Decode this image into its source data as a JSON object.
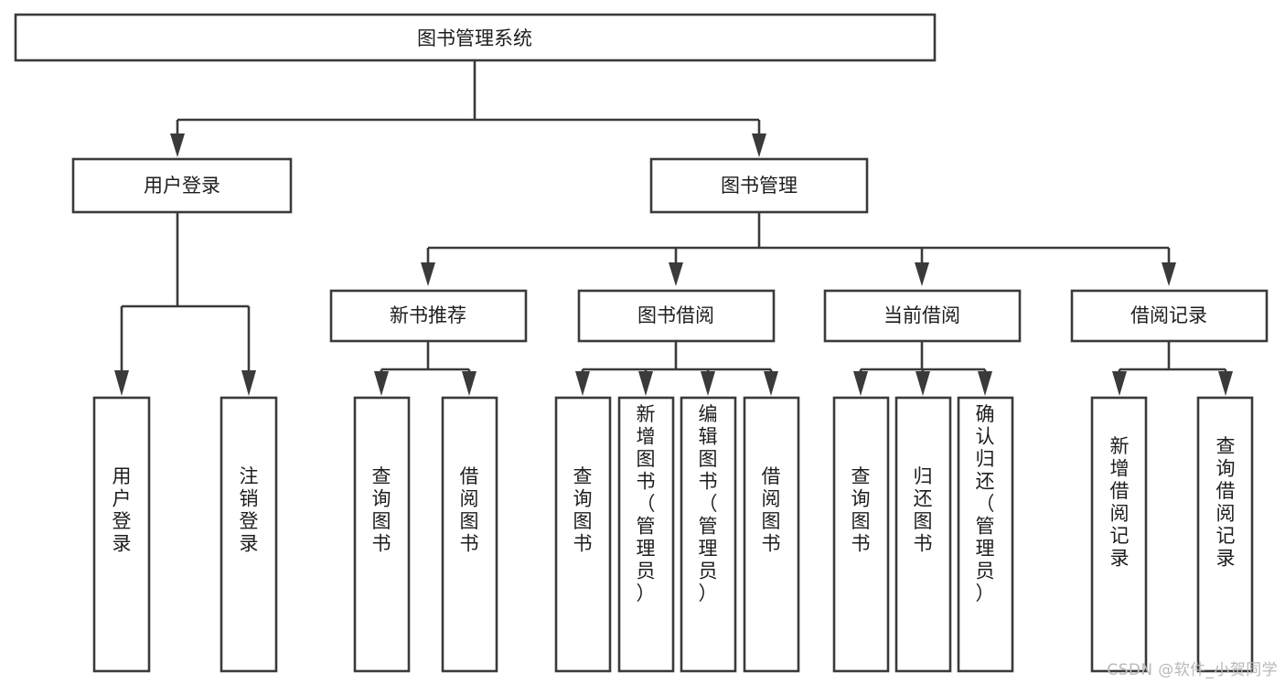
{
  "page": {
    "title": "图书管理系统 功能结构图",
    "background_color": "#ffffff",
    "box_stroke_color": "#3a3a3a",
    "box_fill_color": "#ffffff",
    "text_color": "#1d1d1d",
    "watermark_color": "#b9b9b9"
  },
  "watermark": {
    "text": "CSDN @软件_小贺同学"
  },
  "chart_data": {
    "type": "diagram",
    "subtype": "tree-hierarchy",
    "title": "图书管理系统",
    "orientation": "top-down",
    "levels": 4,
    "nodes": [
      {
        "id": "root",
        "label": "图书管理系统",
        "level": 0,
        "parent": null,
        "orientation": "horizontal"
      },
      {
        "id": "user_login",
        "label": "用户登录",
        "level": 1,
        "parent": "root",
        "orientation": "horizontal"
      },
      {
        "id": "book_mgmt",
        "label": "图书管理",
        "level": 1,
        "parent": "root",
        "orientation": "horizontal"
      },
      {
        "id": "login_do",
        "label": "用户登录",
        "level": 2,
        "parent": "user_login",
        "orientation": "vertical"
      },
      {
        "id": "logout_do",
        "label": "注销登录",
        "level": 2,
        "parent": "user_login",
        "orientation": "vertical"
      },
      {
        "id": "new_book_rec",
        "label": "新书推荐",
        "level": 2,
        "parent": "book_mgmt",
        "orientation": "horizontal"
      },
      {
        "id": "book_borrow",
        "label": "图书借阅",
        "level": 2,
        "parent": "book_mgmt",
        "orientation": "horizontal"
      },
      {
        "id": "current_borrow",
        "label": "当前借阅",
        "level": 2,
        "parent": "book_mgmt",
        "orientation": "horizontal"
      },
      {
        "id": "borrow_record",
        "label": "借阅记录",
        "level": 2,
        "parent": "book_mgmt",
        "orientation": "horizontal"
      },
      {
        "id": "rec_query",
        "label": "查询图书",
        "level": 3,
        "parent": "new_book_rec",
        "orientation": "vertical"
      },
      {
        "id": "rec_borrow",
        "label": "借阅图书",
        "level": 3,
        "parent": "new_book_rec",
        "orientation": "vertical"
      },
      {
        "id": "bb_query",
        "label": "查询图书",
        "level": 3,
        "parent": "book_borrow",
        "orientation": "vertical"
      },
      {
        "id": "bb_add",
        "label": "新增图书（管理员）",
        "level": 3,
        "parent": "book_borrow",
        "orientation": "vertical"
      },
      {
        "id": "bb_edit",
        "label": "编辑图书（管理员）",
        "level": 3,
        "parent": "book_borrow",
        "orientation": "vertical"
      },
      {
        "id": "bb_borrow",
        "label": "借阅图书",
        "level": 3,
        "parent": "book_borrow",
        "orientation": "vertical"
      },
      {
        "id": "cb_query",
        "label": "查询图书",
        "level": 3,
        "parent": "current_borrow",
        "orientation": "vertical"
      },
      {
        "id": "cb_return",
        "label": "归还图书",
        "level": 3,
        "parent": "current_borrow",
        "orientation": "vertical"
      },
      {
        "id": "cb_confirm",
        "label": "确认归还（管理员）",
        "level": 3,
        "parent": "current_borrow",
        "orientation": "vertical"
      },
      {
        "id": "br_add",
        "label": "新增借阅记录",
        "level": 3,
        "parent": "borrow_record",
        "orientation": "vertical"
      },
      {
        "id": "br_query",
        "label": "查询借阅记录",
        "level": 3,
        "parent": "borrow_record",
        "orientation": "vertical"
      }
    ],
    "edges": [
      {
        "from": "root",
        "to": "user_login"
      },
      {
        "from": "root",
        "to": "book_mgmt"
      },
      {
        "from": "user_login",
        "to": "login_do"
      },
      {
        "from": "user_login",
        "to": "logout_do"
      },
      {
        "from": "book_mgmt",
        "to": "new_book_rec"
      },
      {
        "from": "book_mgmt",
        "to": "book_borrow"
      },
      {
        "from": "book_mgmt",
        "to": "current_borrow"
      },
      {
        "from": "book_mgmt",
        "to": "borrow_record"
      },
      {
        "from": "new_book_rec",
        "to": "rec_query"
      },
      {
        "from": "new_book_rec",
        "to": "rec_borrow"
      },
      {
        "from": "book_borrow",
        "to": "bb_query"
      },
      {
        "from": "book_borrow",
        "to": "bb_add"
      },
      {
        "from": "book_borrow",
        "to": "bb_edit"
      },
      {
        "from": "book_borrow",
        "to": "bb_borrow"
      },
      {
        "from": "current_borrow",
        "to": "cb_query"
      },
      {
        "from": "current_borrow",
        "to": "cb_return"
      },
      {
        "from": "current_borrow",
        "to": "cb_confirm"
      },
      {
        "from": "borrow_record",
        "to": "br_add"
      },
      {
        "from": "borrow_record",
        "to": "br_query"
      }
    ]
  },
  "labels": {
    "root": "图书管理系统",
    "user_login": "用户登录",
    "book_mgmt": "图书管理",
    "login_do": "用户登录",
    "logout_do": "注销登录",
    "new_book_rec": "新书推荐",
    "book_borrow": "图书借阅",
    "current_borrow": "当前借阅",
    "borrow_record": "借阅记录",
    "rec_query": "查询图书",
    "rec_borrow": "借阅图书",
    "bb_query": "查询图书",
    "bb_add": "新增图书（管理员）",
    "bb_edit": "编辑图书（管理员）",
    "bb_borrow": "借阅图书",
    "cb_query": "查询图书",
    "cb_return": "归还图书",
    "cb_confirm": "确认归还（管理员）",
    "br_add": "新增借阅记录",
    "br_query": "查询借阅记录"
  }
}
